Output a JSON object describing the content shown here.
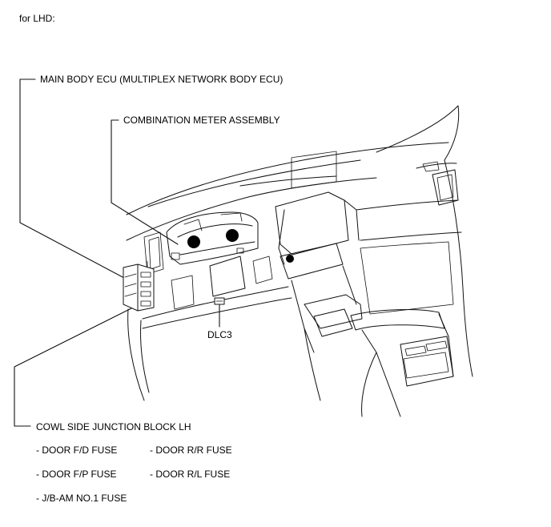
{
  "header": {
    "text": "for LHD:"
  },
  "labels": {
    "main_body_ecu": "MAIN BODY ECU (MULTIPLEX NETWORK BODY ECU)",
    "combination_meter": "COMBINATION METER ASSEMBLY",
    "dlc3": "DLC3",
    "cowl_side_jb": "COWL SIDE JUNCTION BLOCK LH"
  },
  "fuses": [
    "- DOOR F/D FUSE",
    "- DOOR R/R FUSE",
    "- DOOR F/P FUSE",
    "- DOOR R/L FUSE",
    "- J/B-AM NO.1 FUSE"
  ]
}
